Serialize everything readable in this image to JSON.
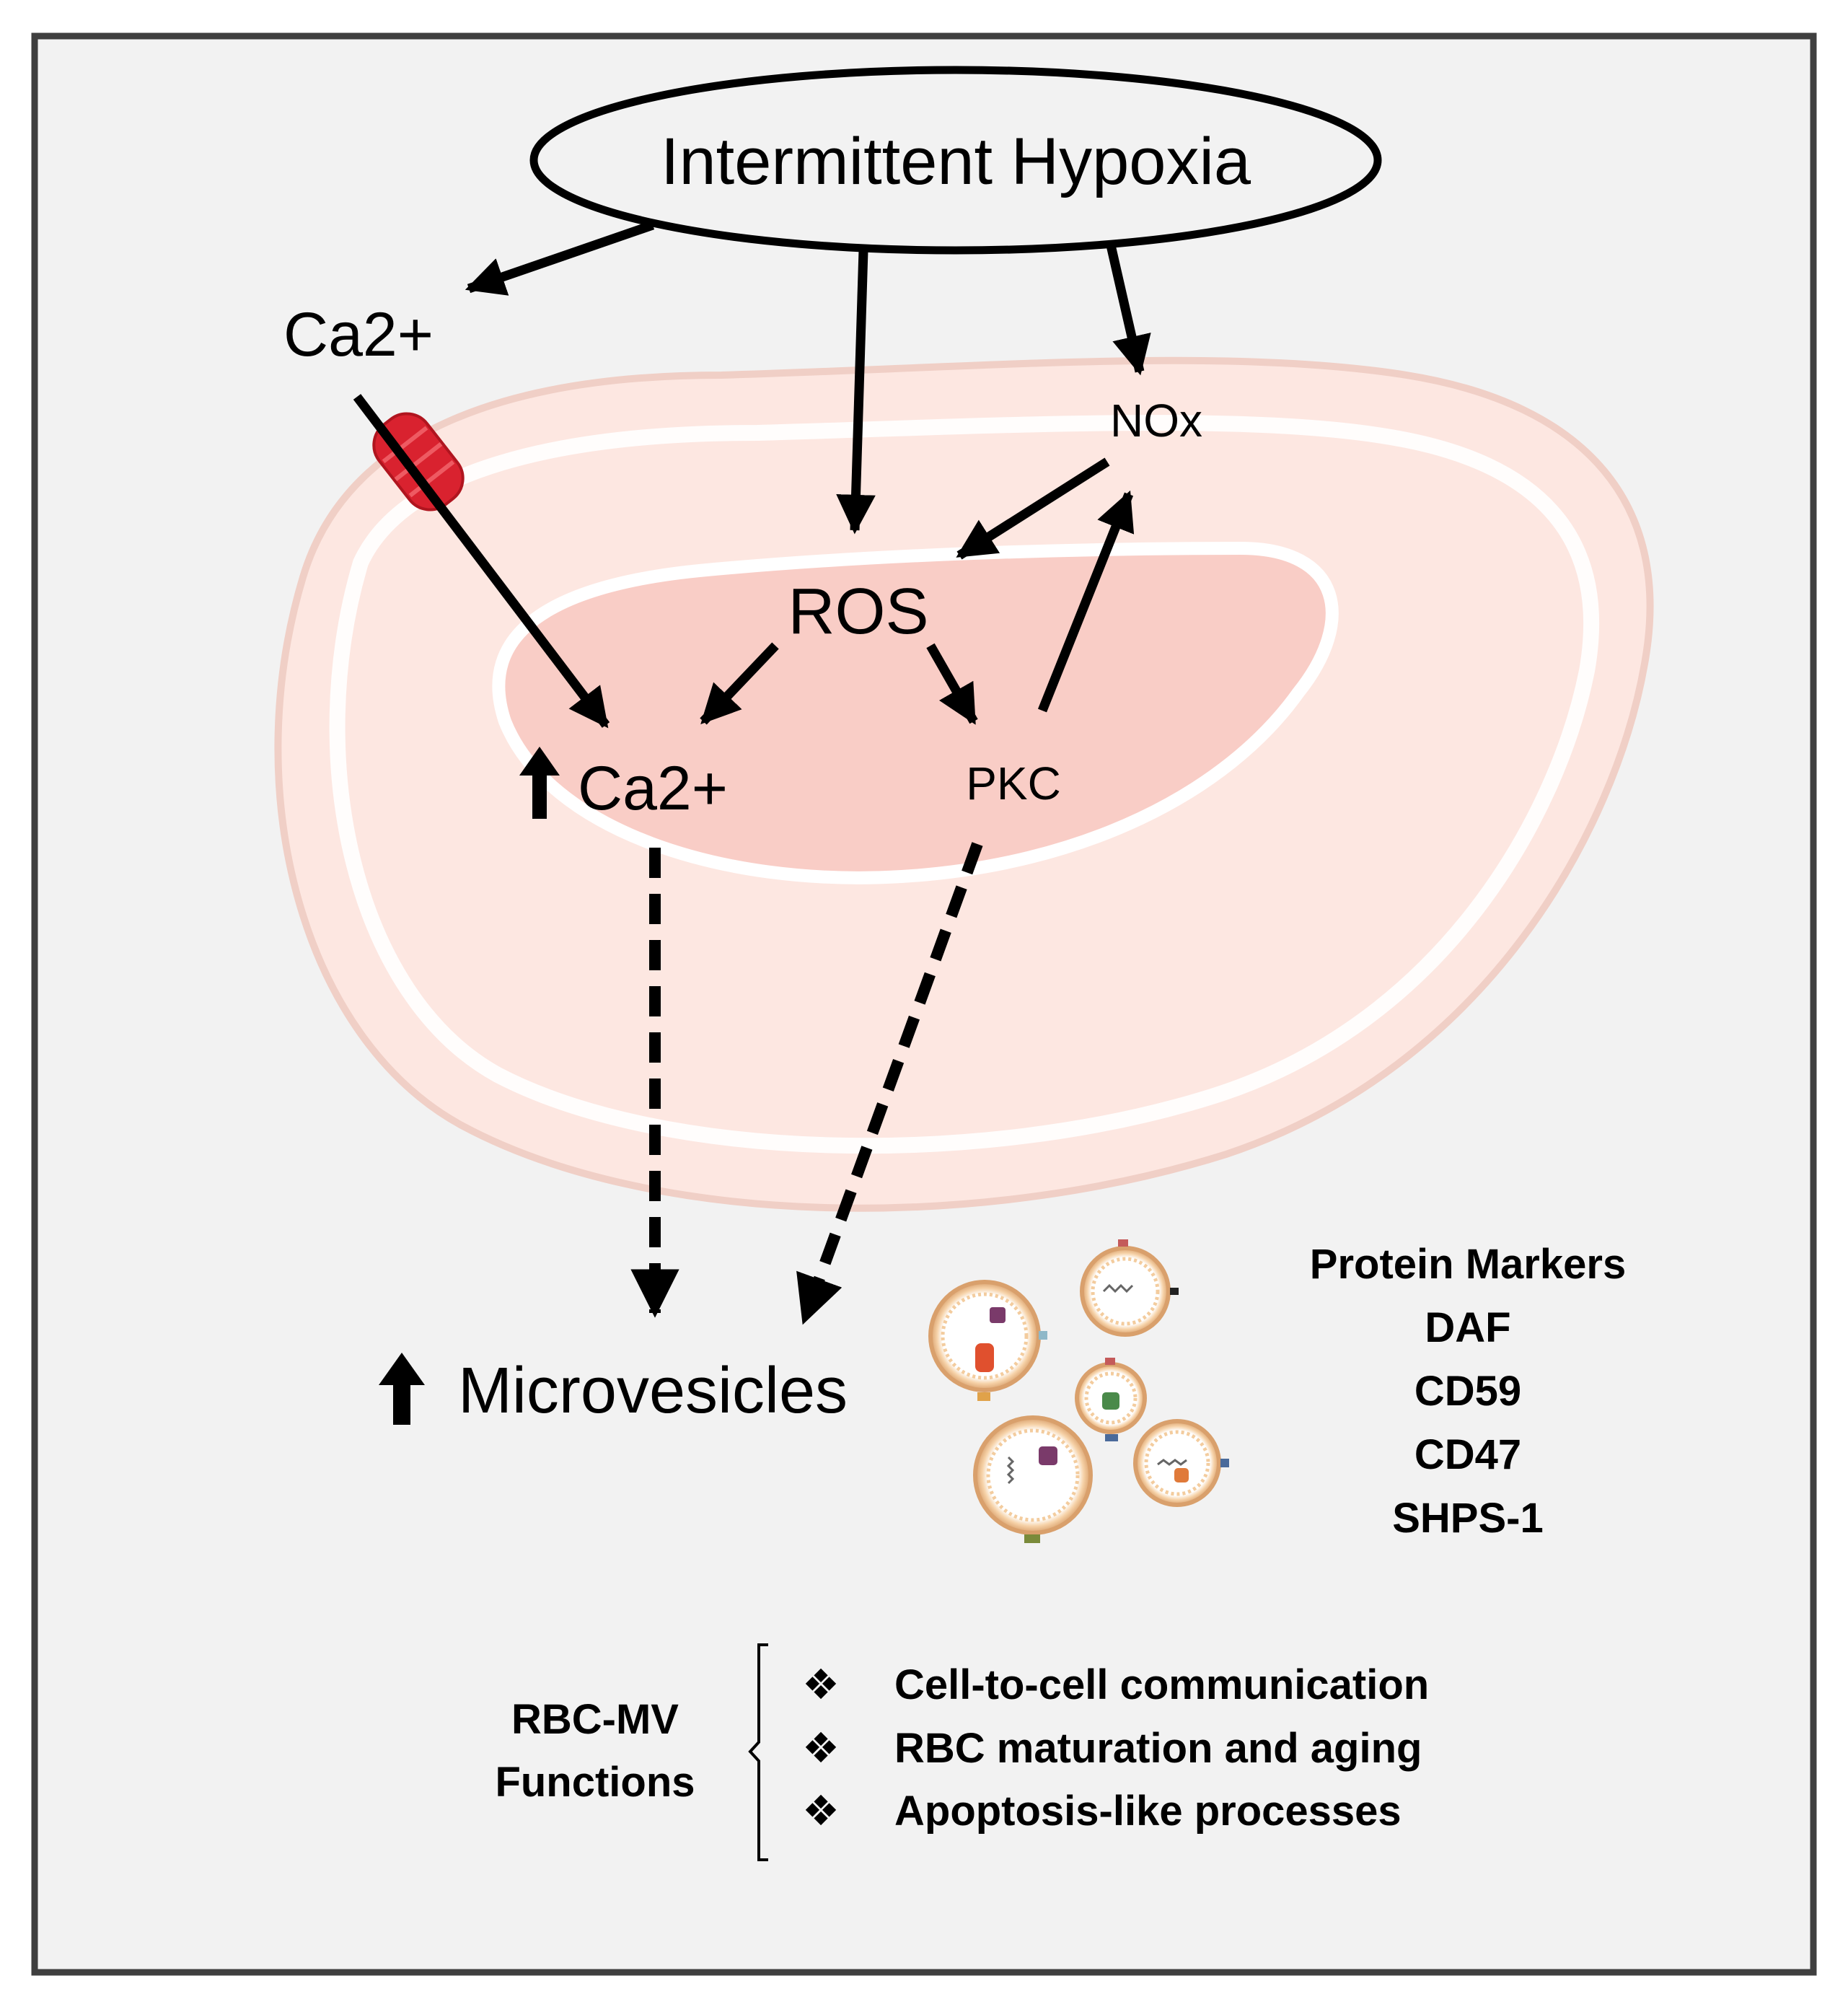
{
  "nodes": {
    "hypoxia": "Intermittent Hypoxia",
    "ca_outside": "Ca2+",
    "nox": "NOx",
    "ros": "ROS",
    "ca_inside": "Ca2+",
    "pkc": "PKC",
    "microvesicles": "Microvesicles"
  },
  "markers": {
    "title": "Protein Markers",
    "items": [
      "DAF",
      "CD59",
      "CD47",
      "SHPS-1"
    ]
  },
  "functions": {
    "label_line1": "RBC-MV",
    "label_line2": "Functions",
    "bullet_glyph": "❖",
    "items": [
      "Cell-to-cell communication",
      "RBC maturation and aging",
      "Apoptosis-like processes"
    ]
  },
  "colors": {
    "background": "#f2f2f2",
    "frame": "#3f3f3f",
    "rbc_outer": "#fde7e1",
    "rbc_inner": "#f9cdc6",
    "channel": "#d9222f",
    "vesicle": "#f4c99c",
    "arrow": "#000000"
  }
}
